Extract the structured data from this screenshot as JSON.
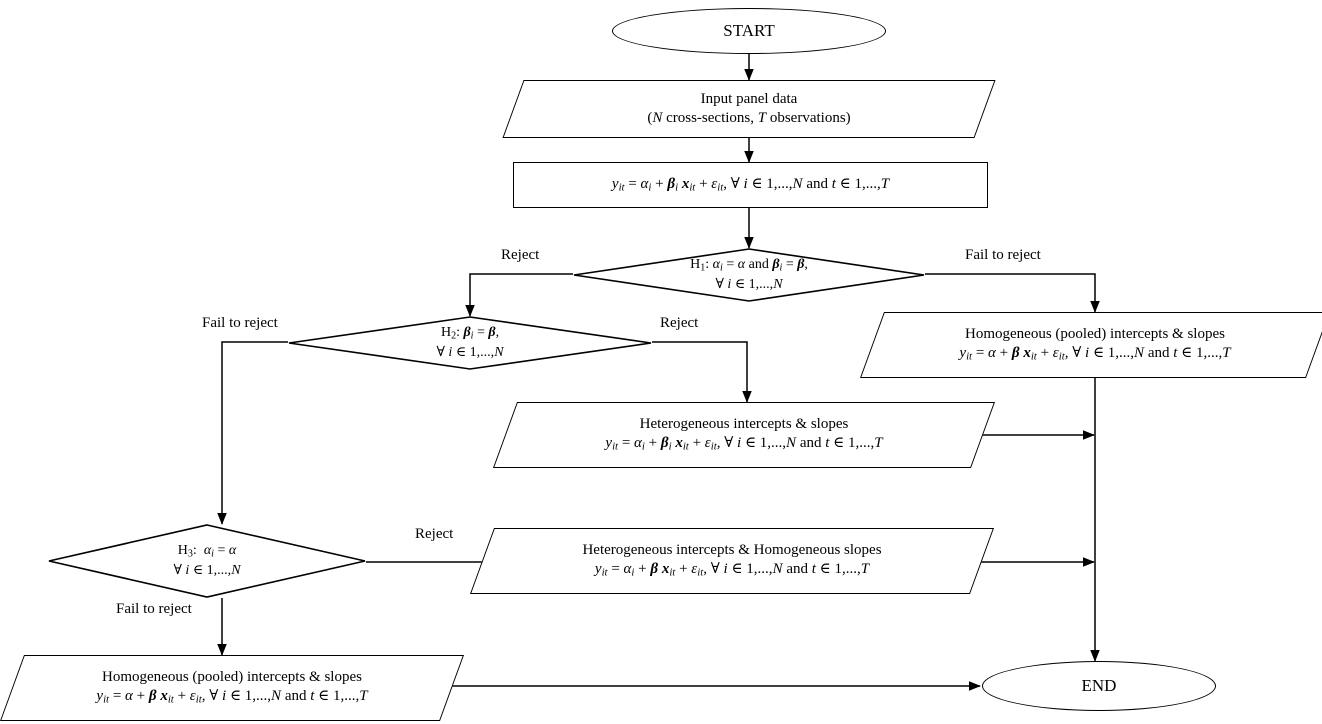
{
  "title": "Panel data poolability testing flowchart",
  "colors": {
    "stroke": "#000000",
    "fill": "#ffffff",
    "text": "#000000"
  },
  "nodes": {
    "start": {
      "label": "START",
      "shape": "terminator"
    },
    "input": {
      "line1": "Input panel data",
      "line2": "(N cross-sections, T observations)",
      "shape": "data"
    },
    "model": {
      "line1": "yᵢₜ = αᵢ + βᵢ xᵢₜ + ϵᵢₜ, ∀ i ∈ 1,...,N and t ∈ 1,...,T",
      "shape": "process"
    },
    "h1": {
      "line1": "H₁: αᵢ = α and βᵢ = β,",
      "line2": "∀ i ∈ 1,...,N",
      "shape": "decision"
    },
    "h2": {
      "line1": "H₂: βᵢ = β,",
      "line2": "∀ i ∈ 1,...,N",
      "shape": "decision"
    },
    "h3": {
      "line1": "H₃:  αᵢ = α",
      "line2": "∀ i ∈ 1,...,N",
      "shape": "decision"
    },
    "pooled_top": {
      "line1": "Homogeneous (pooled) intercepts & slopes",
      "line2": "yᵢₜ = α + β xᵢₜ + ϵᵢₜ, ∀ i ∈ 1,...,N and t ∈ 1,...,T",
      "shape": "data"
    },
    "hetero_both": {
      "line1": "Heterogeneous intercepts & slopes",
      "line2": "yᵢₜ = αᵢ + βᵢ xᵢₜ + ϵᵢₜ, ∀ i ∈ 1,...,N and t ∈ 1,...,T",
      "shape": "data"
    },
    "hetero_int": {
      "line1": "Heterogeneous intercepts & Homogeneous slopes",
      "line2": "yᵢₜ = αᵢ + β xᵢₜ + ϵᵢₜ, ∀ i ∈ 1,...,N and t ∈ 1,...,T",
      "shape": "data"
    },
    "pooled_bottom": {
      "line1": "Homogeneous (pooled) intercepts & slopes",
      "line2": "yᵢₜ = α + β xᵢₜ + ϵᵢₜ, ∀ i ∈ 1,...,N and t ∈ 1,...,T",
      "shape": "data"
    },
    "end": {
      "label": "END",
      "shape": "terminator"
    }
  },
  "edge_labels": {
    "h1_reject": "Reject",
    "h1_fail": "Fail to reject",
    "h2_fail": "Fail to reject",
    "h2_reject": "Reject",
    "h3_reject": "Reject",
    "h3_fail": "Fail to reject"
  },
  "edges": [
    {
      "name": "start-to-input",
      "from": "start",
      "to": "input",
      "label": ""
    },
    {
      "name": "input-to-model",
      "from": "input",
      "to": "model",
      "label": ""
    },
    {
      "name": "model-to-h1",
      "from": "model",
      "to": "h1",
      "label": ""
    },
    {
      "name": "h1-to-h2",
      "from": "h1",
      "to": "h2",
      "label": "Reject"
    },
    {
      "name": "h1-to-pooled-top",
      "from": "h1",
      "to": "pooled_top",
      "label": "Fail to reject"
    },
    {
      "name": "h2-to-h3",
      "from": "h2",
      "to": "h3",
      "label": "Fail to reject"
    },
    {
      "name": "h2-to-hetero-both",
      "from": "h2",
      "to": "hetero_both",
      "label": "Reject"
    },
    {
      "name": "h3-to-hetero-int",
      "from": "h3",
      "to": "hetero_int",
      "label": "Reject"
    },
    {
      "name": "h3-to-pooled-bottom",
      "from": "h3",
      "to": "pooled_bottom",
      "label": "Fail to reject"
    },
    {
      "name": "pooled-top-to-end",
      "from": "pooled_top",
      "to": "end",
      "label": ""
    },
    {
      "name": "hetero-both-to-spine",
      "from": "hetero_both",
      "to": "end",
      "label": ""
    },
    {
      "name": "hetero-int-to-spine",
      "from": "hetero_int",
      "to": "end",
      "label": ""
    },
    {
      "name": "pooled-bottom-to-end",
      "from": "pooled_bottom",
      "to": "end",
      "label": ""
    }
  ]
}
